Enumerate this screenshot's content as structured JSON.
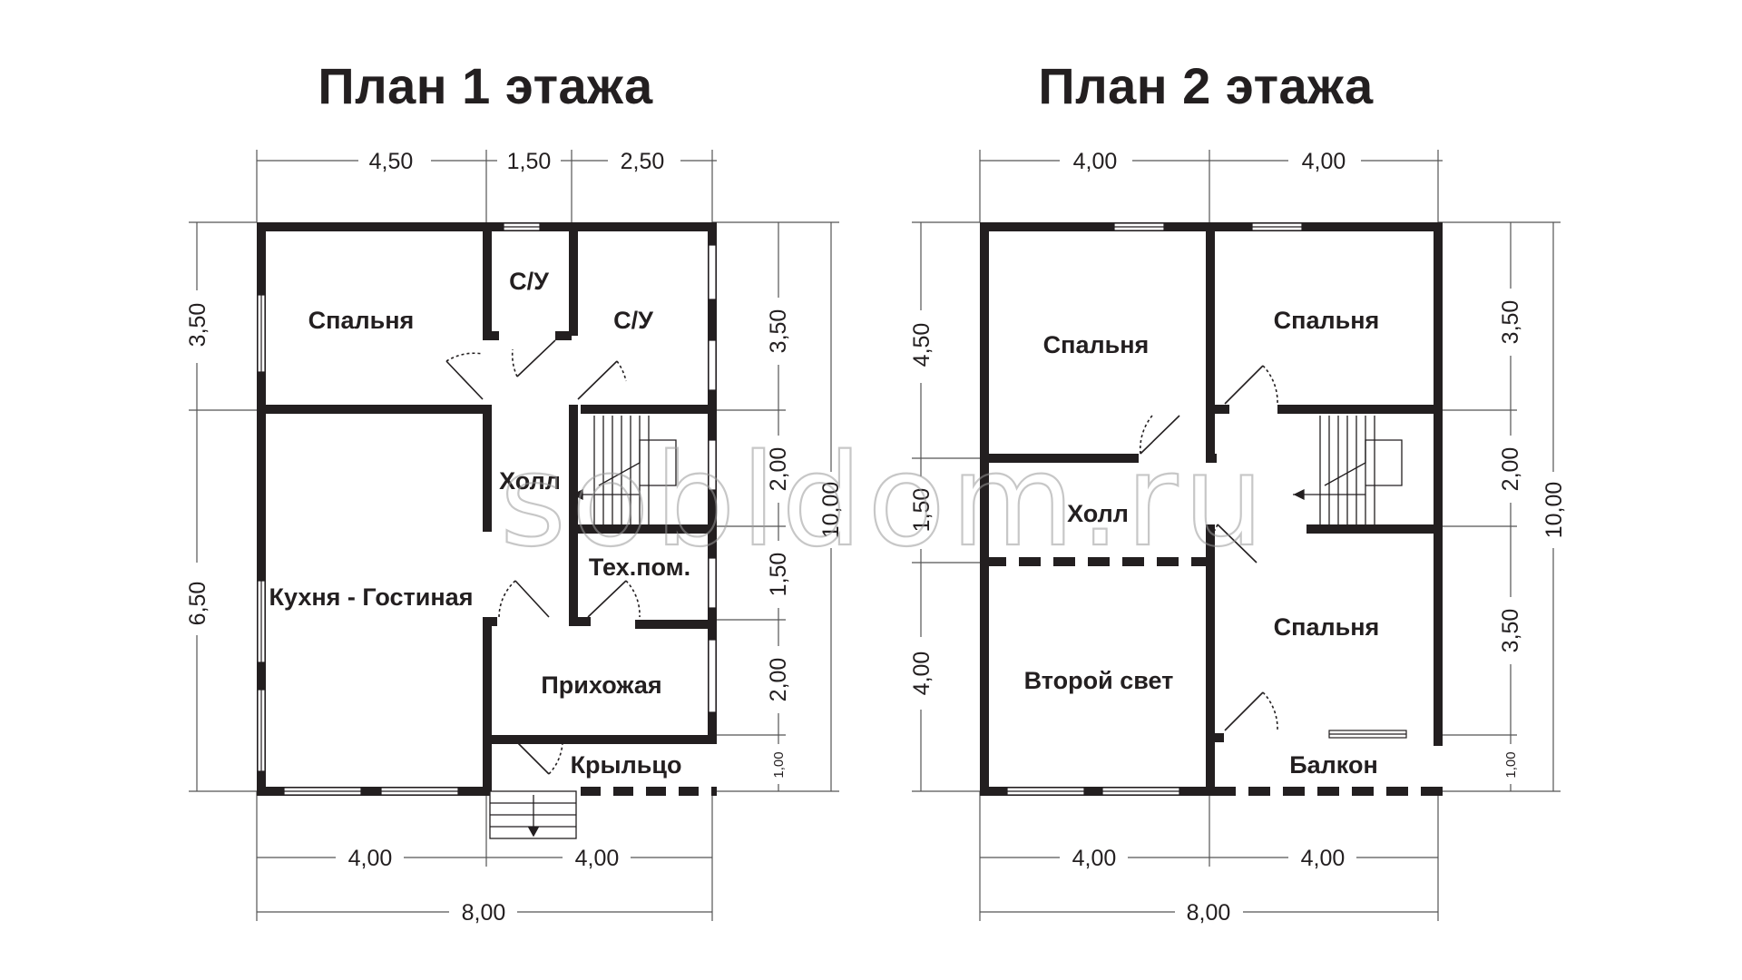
{
  "floor1": {
    "title": "План 1 этажа",
    "rooms": {
      "bedroom": "Спальня",
      "wc_small": "С/У",
      "wc": "С/У",
      "hall": "Холл",
      "kitchen_living": "Кухня - Гостиная",
      "tech": "Тех.пом.",
      "entry": "Прихожая",
      "porch": "Крыльцо"
    },
    "dims": {
      "top": [
        "4,50",
        "1,50",
        "2,50"
      ],
      "left": [
        "3,50",
        "6,50"
      ],
      "right_inner": [
        "3,50",
        "2,00",
        "1,50",
        "2,00",
        "1,00"
      ],
      "right_total": "10,00",
      "bottom": [
        "4,00",
        "4,00"
      ],
      "bottom_total": "8,00"
    }
  },
  "floor2": {
    "title": "План 2 этажа",
    "rooms": {
      "bedroom_left": "Спальня",
      "bedroom_right_top": "Спальня",
      "hall": "Холл",
      "second_light": "Второй свет",
      "bedroom_right_bottom": "Спальня",
      "balcony": "Балкон"
    },
    "dims": {
      "top": [
        "4,00",
        "4,00"
      ],
      "left": [
        "4,50",
        "1,50",
        "4,00"
      ],
      "right_inner": [
        "3,50",
        "2,00",
        "3,50",
        "1,00"
      ],
      "right_total": "10,00",
      "bottom": [
        "4,00",
        "4,00"
      ],
      "bottom_total": "8,00"
    }
  },
  "watermark": "sobldom.ru",
  "colors": {
    "wall": "#231f20",
    "dim_line": "#555555",
    "watermark": "#9a9a9a"
  }
}
